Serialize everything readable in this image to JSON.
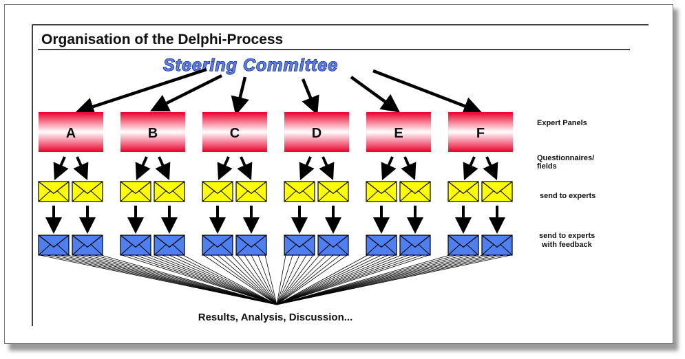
{
  "title": "Organisation of the Delphi-Process",
  "steering_committee": "Steering Committee",
  "panels": [
    "A",
    "B",
    "C",
    "D",
    "E",
    "F"
  ],
  "legend": {
    "expert_panels": "Expert Panels",
    "questionnaires_line1": "Questionnaires/",
    "questionnaires_line2": "fields",
    "send_to_experts": "send to experts",
    "feedback_line1": "send to experts",
    "feedback_line2": "with feedback"
  },
  "results": "Results, Analysis, Discussion...",
  "colors": {
    "panel_red": "#e8002a",
    "envelope_yellow": "#ffff00",
    "envelope_blue": "#4f7ff0",
    "steering_blue": "#5b7de6"
  }
}
